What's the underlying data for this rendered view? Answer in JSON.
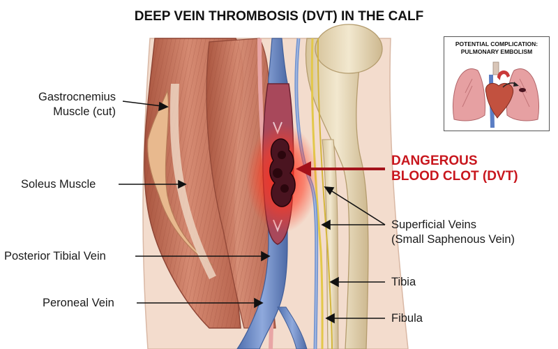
{
  "title": "DEEP VEIN THROMBOSIS (DVT) IN THE CALF",
  "labels": {
    "gastrocnemius_line1": "Gastrocnemius",
    "gastrocnemius_line2": "Muscle (cut)",
    "soleus": "Soleus Muscle",
    "posterior_tibial": "Posterior Tibial Vein",
    "peroneal": "Peroneal Vein",
    "superficial_line1": "Superficial Veins",
    "superficial_line2": "(Small Saphenous Vein)",
    "tibia": "Tibia",
    "fibula": "Fibula"
  },
  "callout": {
    "line1": "DANGEROUS",
    "line2": "BLOOD CLOT (DVT)",
    "color": "#c8161d"
  },
  "inset": {
    "title_line1": "POTENTIAL COMPLICATION:",
    "title_line2": "PULMONARY EMBOLISM"
  },
  "colors": {
    "muscle": "#c97a64",
    "vein": "#6f8fc8",
    "bone": "#e9dcbc",
    "nerve": "#e3c84a",
    "skin": "#f3dccd"
  }
}
